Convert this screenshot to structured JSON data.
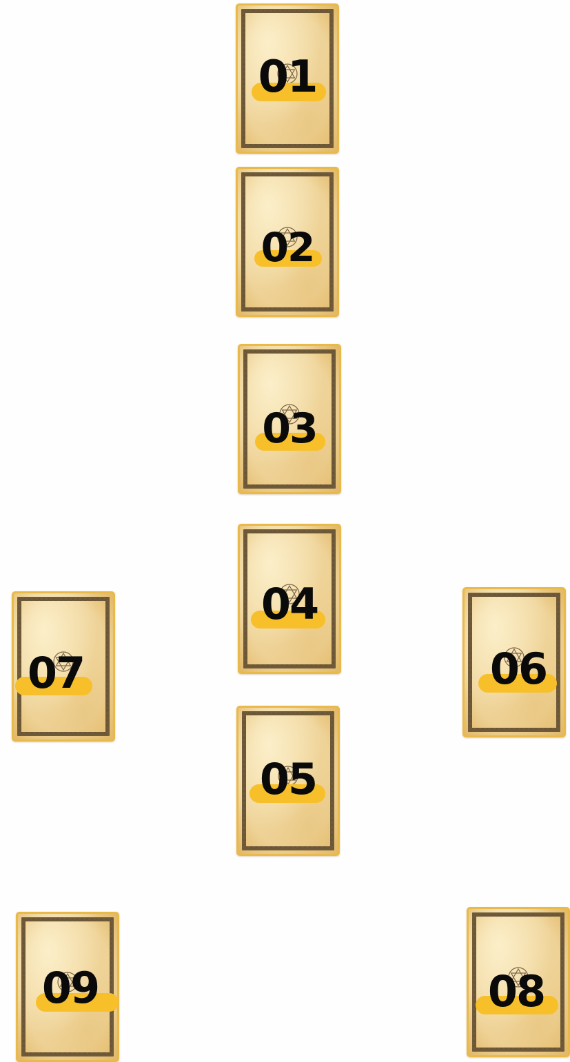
{
  "cards": [
    {
      "label": "01"
    },
    {
      "label": "02"
    },
    {
      "label": "03"
    },
    {
      "label": "04"
    },
    {
      "label": "05"
    },
    {
      "label": "06"
    },
    {
      "label": "07"
    },
    {
      "label": "08"
    },
    {
      "label": "09"
    }
  ],
  "colors": {
    "page_background": "#fefefe",
    "card_border": "#e9b94a",
    "card_face": "#f6e2b2",
    "label_highlight": "#f7c02a",
    "label_text": "#0a0a0a",
    "frame_line": "#6f5a3a"
  },
  "icons": {
    "card_emblem": "hexagram-circle-icon"
  }
}
